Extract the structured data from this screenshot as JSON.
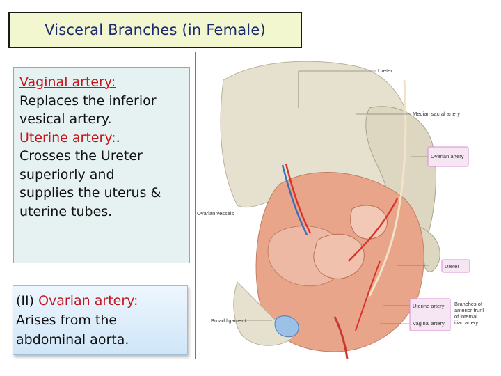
{
  "title": "Visceral Branches (in Female)",
  "box1": {
    "vaginal_heading": "Vaginal artery:",
    "line1": "Replaces the inferior",
    "line2": "vesical artery.",
    "uterine_heading": "Uterine artery:",
    "uterine_suffix": ".",
    "line3": "Crosses the Ureter",
    "line4": "superiorly and",
    "line5": "supplies the uterus &",
    "line6": "uterine tubes."
  },
  "box2": {
    "prefix": "(II)",
    "ovarian_heading": "Ovarian artery:",
    "line1": "Arises from the",
    "line2": "abdominal aorta."
  },
  "figure": {
    "labels": {
      "ureter_top": "Ureter",
      "median_sacral": "Median sacral artery",
      "ovarian_artery": "Ovarian artery",
      "ovarian_vessels": "Ovarian vessels",
      "ureter_bottom": "Ureter",
      "uterine_artery": "Uterine artery",
      "vaginal_artery": "Vaginal artery",
      "broad_ligament": "Broad ligament",
      "branches_1": "Branches of",
      "branches_2": "anterior trunk",
      "branches_3": "of internal",
      "branches_4": "iliac artery"
    },
    "colors": {
      "bone": "#e6e1cf",
      "muscle": "#e8a58a",
      "artery": "#d9342b",
      "vein": "#3d6fb8"
    }
  }
}
